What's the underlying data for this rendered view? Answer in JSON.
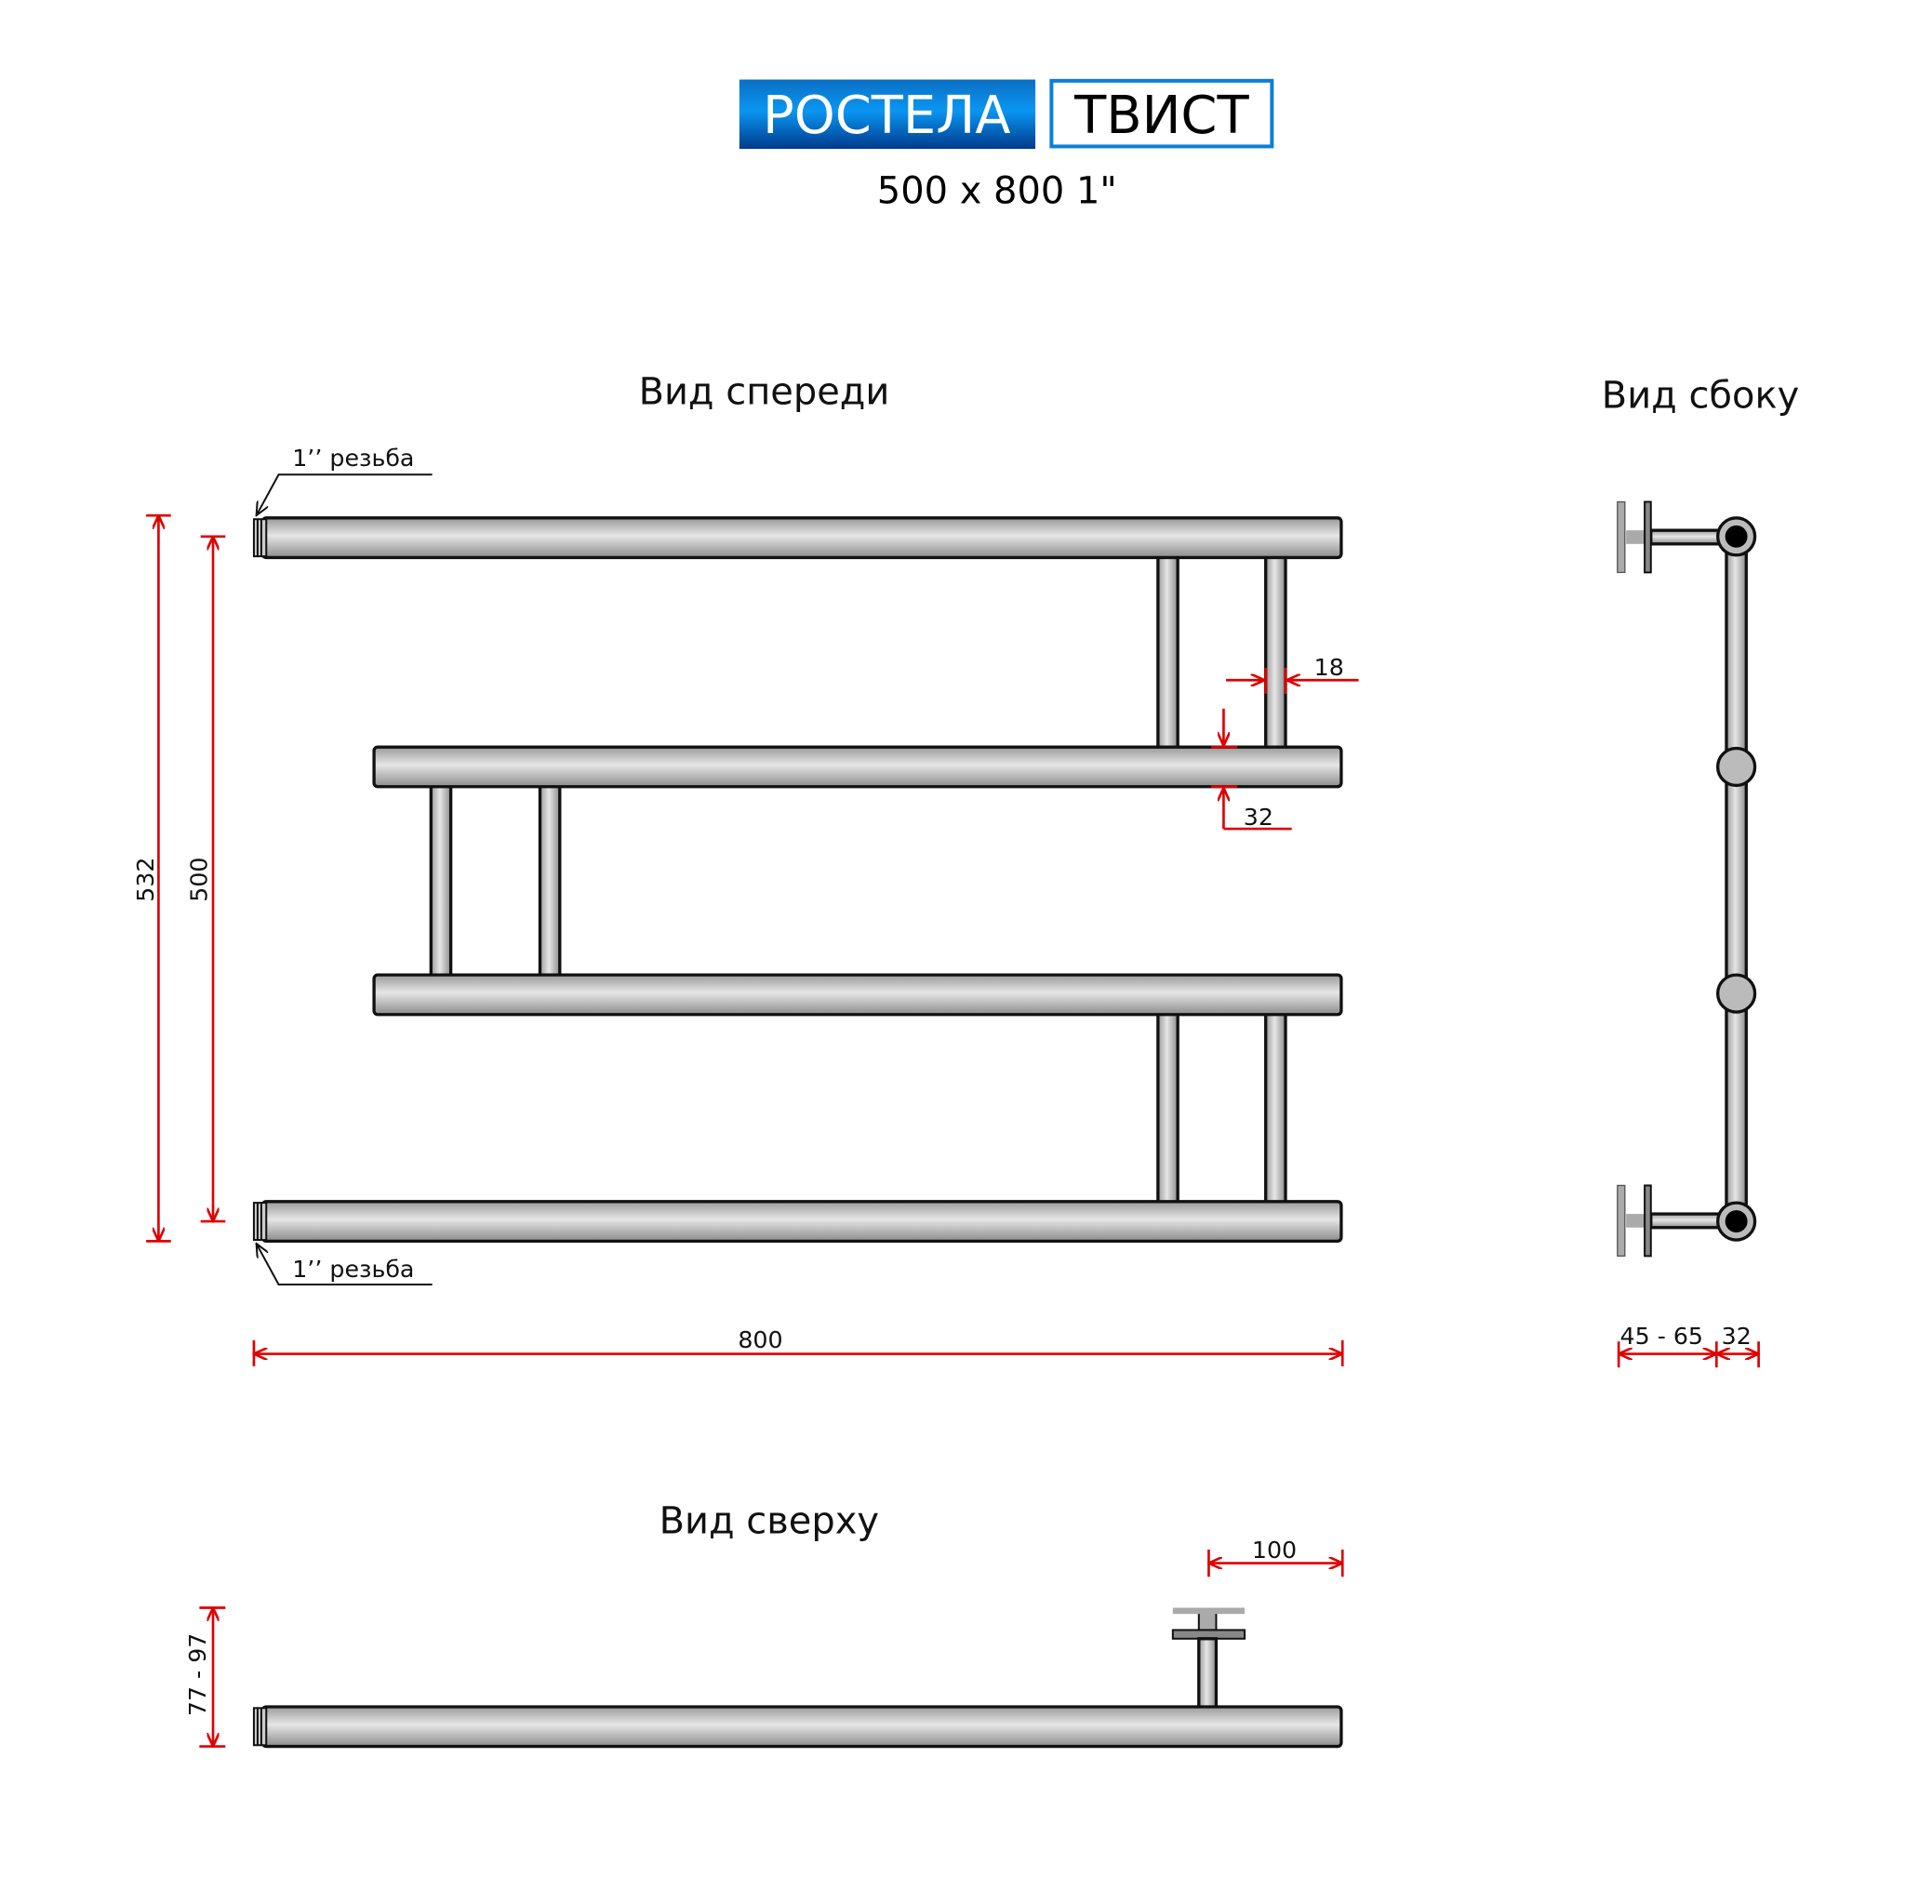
{
  "header": {
    "brand": "РОСТЕЛА",
    "model": "ТВИСТ",
    "spec": "500 x 800 1\""
  },
  "views": {
    "front": "Вид спереди",
    "side": "Вид сбоку",
    "top": "Вид сверху"
  },
  "labels": {
    "thread_top": "1’’ резьба",
    "thread_bottom": "1’’ резьба"
  },
  "dimensions": {
    "total_height": "532",
    "center_distance": "500",
    "width": "800",
    "rung_diameter": "18",
    "pipe_diameter": "32",
    "wall_distance": "45 - 65",
    "side_pipe": "32",
    "bracket_offset": "100",
    "top_depth": "77 - 97"
  },
  "colors": {
    "brand_blue": "#0a7fd8",
    "dimension_red": "#e00000"
  }
}
